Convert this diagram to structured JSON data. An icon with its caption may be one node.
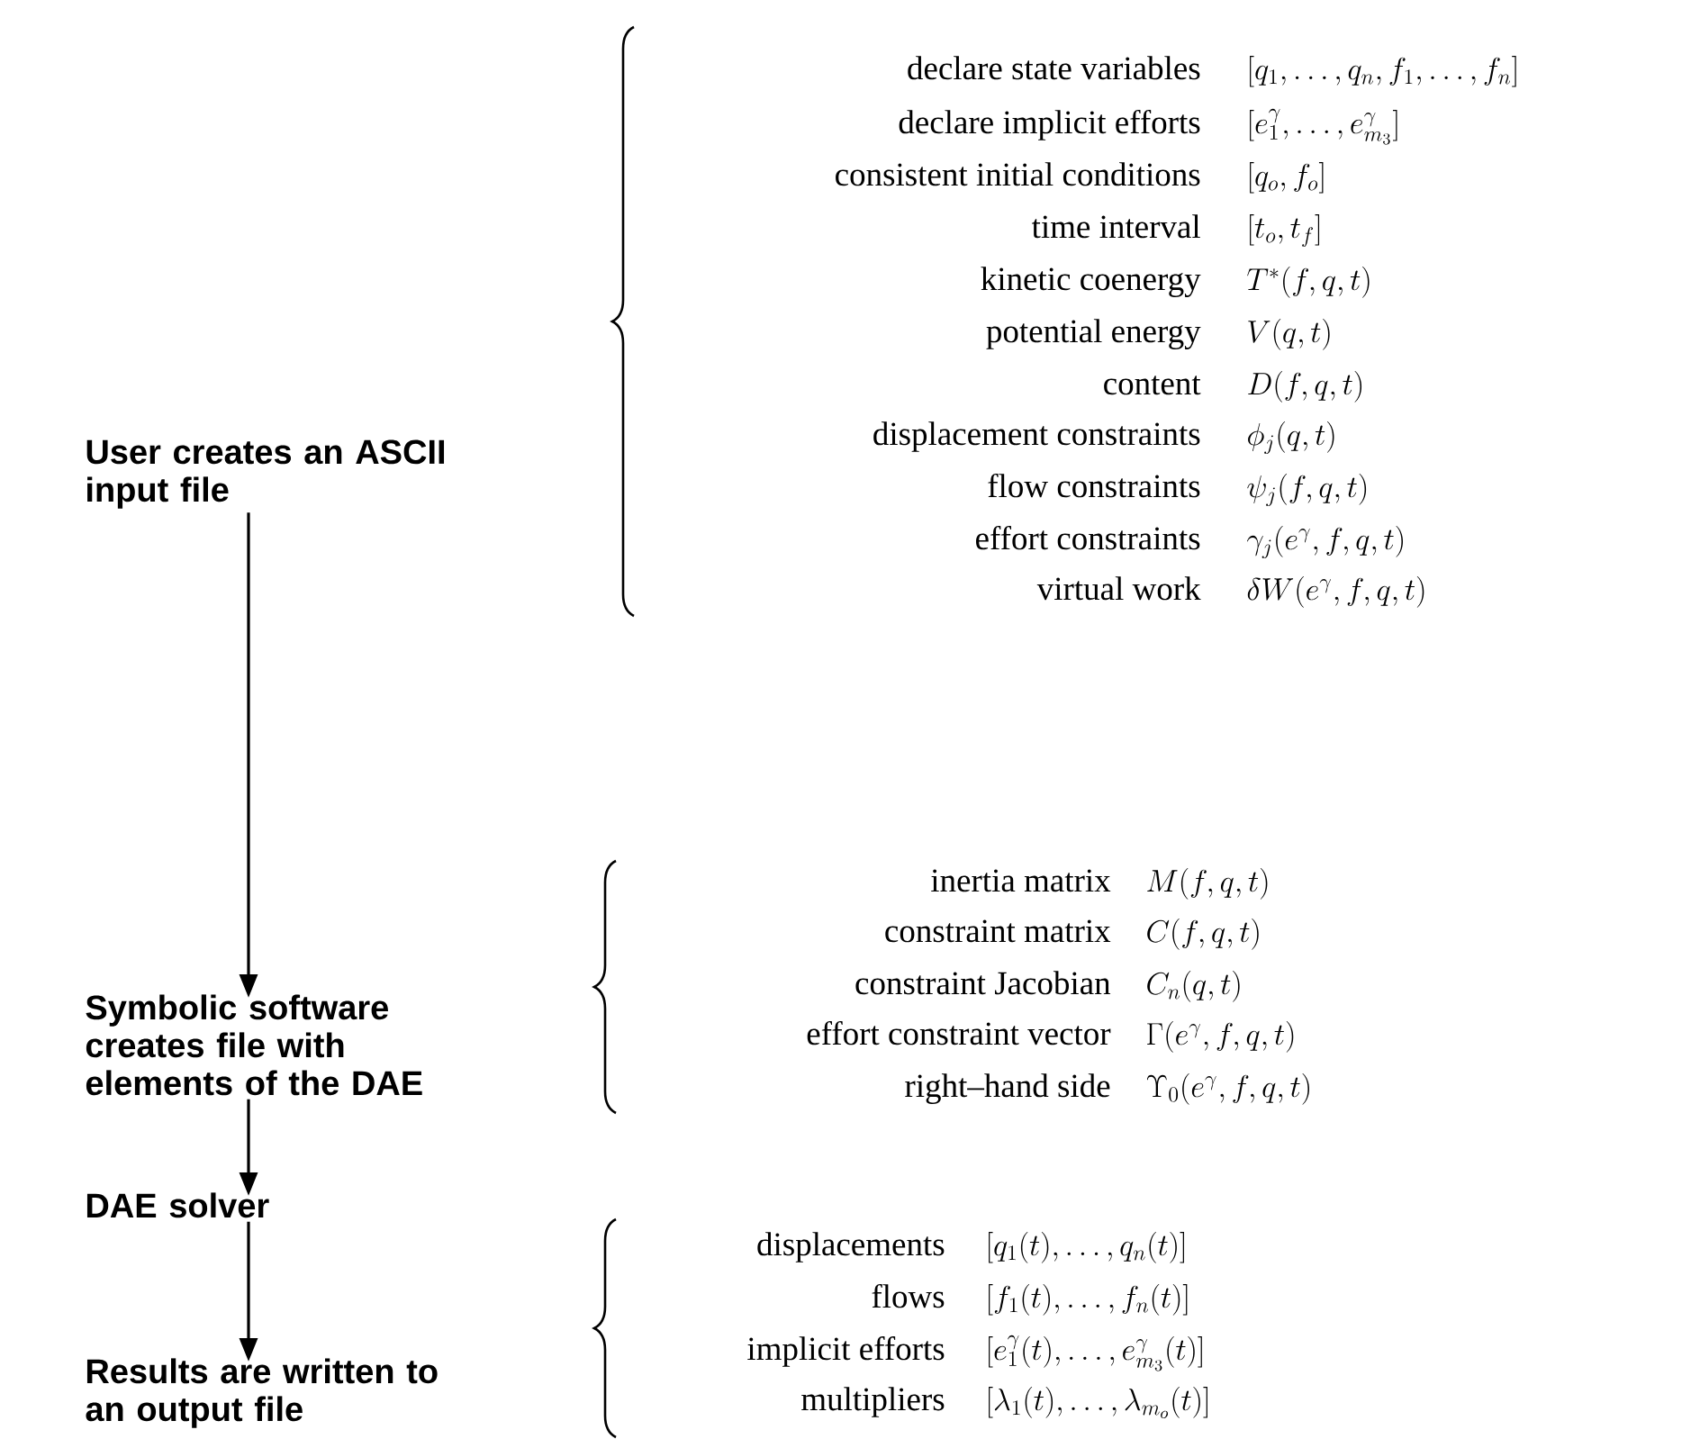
{
  "diagram": {
    "nodes": [
      {
        "text": [
          "User creates an ASCII input file"
        ]
      },
      {
        "text": [
          "Symbolic software creates file with elements of the DAE"
        ]
      },
      {
        "text": [
          "DAE solver"
        ]
      },
      {
        "text": [
          "Results are written to an output file"
        ]
      }
    ],
    "edges": [
      {
        "from": 0,
        "to": 1,
        "arrow": "to"
      },
      {
        "from": 1,
        "to": 2,
        "arrow": "to"
      },
      {
        "from": 2,
        "to": 3,
        "arrow": "to"
      }
    ],
    "labels": [
      "declare state variables",
      "[q_1,\\ldots,q_n,f_1,\\ldots,f_n]",
      "declare implicit efforts",
      "[e^\\gamma_1,\\ldots,e^\\gamma_{m_3}]",
      "consistent initial conditions",
      "[q_o,f_o]",
      "time interval",
      "[t_o,t_f]",
      "kinetic coenergy",
      "T^*(f,q,t)",
      "potential energy",
      "V(q,t)",
      "content",
      "D(f,q,t)",
      "displacement constraints",
      "\\phi_j(q,t)",
      "flow constraints",
      "\\psi_j(f,q,t)",
      "effort constraints",
      "\\gamma_j(e^\\gamma,f,q,t)",
      "virtual work",
      "\\delta W(e^\\gamma,f,q,t)",
      "inertia matrix",
      "M(f,q,t)",
      "constraint matrix",
      "C(f,q,t)",
      "constraint Jacobian",
      "C_n(q,t)",
      "effort constraint vector",
      "\\Gamma(e^\\gamma,f,q,t)",
      "right–hand side",
      "\\Upsilon_0(e^\\gamma,f,q,t)",
      "displacements",
      "[q_1(t),\\ldots,q_n(t)]",
      "flows",
      "[f_1(t),\\ldots,f_n(t)]",
      "implicit efforts",
      "[e^\\gamma_1(t),\\ldots,e^\\gamma_{m_3}(t)]",
      "multipliers",
      "[\\lambda_1(t),\\ldots,\\lambda_{m_o}(t)]"
    ]
  }
}
